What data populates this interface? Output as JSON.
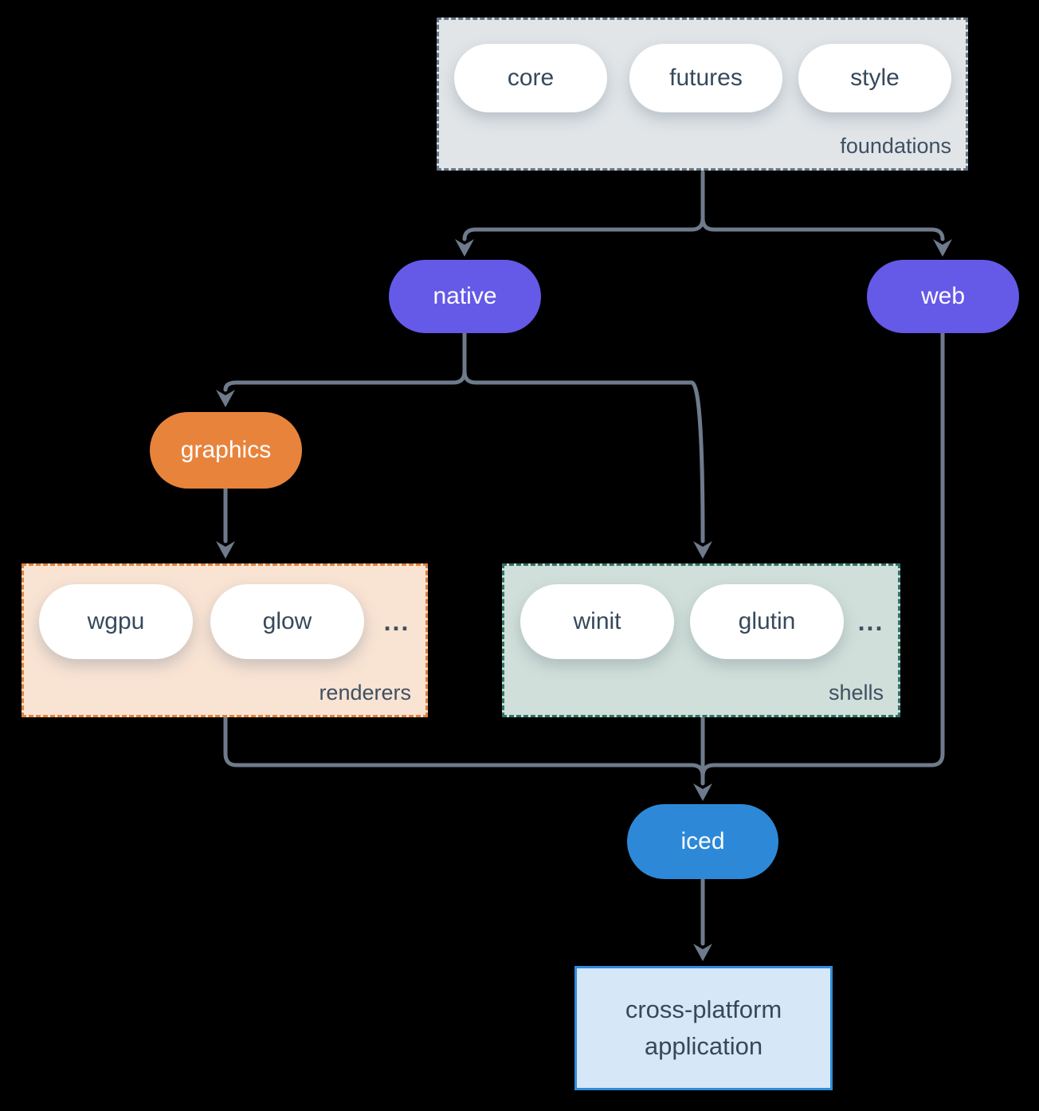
{
  "colors": {
    "background": "#000000",
    "line": "#6e7b8c",
    "pill_bg": "#ffffff",
    "dark_text": "#36495c",
    "label_text": "#3e5062",
    "purple": "#6559e8",
    "orange": "#e8833c",
    "blue": "#2d89d8",
    "foundations_bg": "#e1e5e8",
    "foundations_border": "#67788a",
    "renderers_bg": "#f9e3d3",
    "renderers_border": "#e0813c",
    "shells_bg": "#d0dfd9",
    "shells_border": "#2f7265",
    "app_bg": "#d6e7f8",
    "app_border": "#2f8bdc"
  },
  "foundations": {
    "label": "foundations",
    "pills": [
      "core",
      "futures",
      "style"
    ]
  },
  "native": {
    "label": "native"
  },
  "web": {
    "label": "web"
  },
  "graphics": {
    "label": "graphics"
  },
  "renderers": {
    "label": "renderers",
    "pills": [
      "wgpu",
      "glow"
    ],
    "more": "..."
  },
  "shells": {
    "label": "shells",
    "pills": [
      "winit",
      "glutin"
    ],
    "more": "..."
  },
  "iced": {
    "label": "iced"
  },
  "application": {
    "label": "cross-platform application"
  }
}
